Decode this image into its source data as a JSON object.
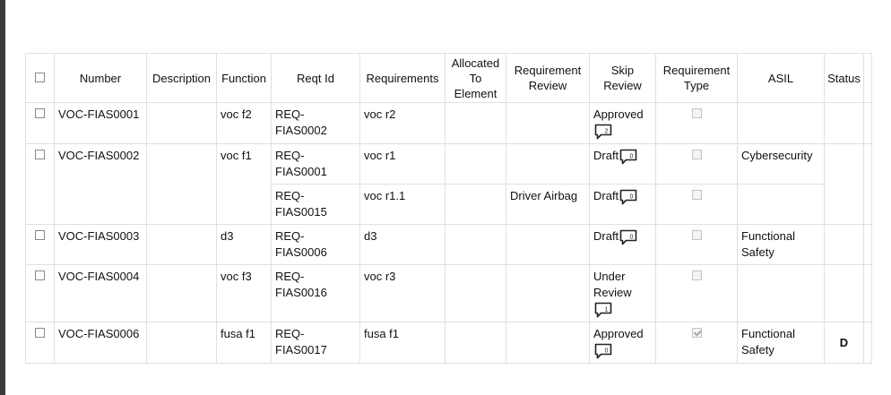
{
  "headers": {
    "number": "Number",
    "description": "Description",
    "function": "Function",
    "reqt_id": "Reqt Id",
    "requirements": "Requirements",
    "allocated_1": "Allocated",
    "allocated_2": "To",
    "allocated_3": "Element",
    "req_review_1": "Requirement",
    "req_review_2": "Review",
    "skip_review_1": "Skip",
    "skip_review_2": "Review",
    "req_type_1": "Requirement",
    "req_type_2": "Type",
    "asil": "ASIL",
    "status": "Status"
  },
  "rows": [
    {
      "number": "VOC-FIAS0001",
      "function": "voc f2",
      "reqt_id": "REQ-FIAS0002",
      "requirement": "voc r2",
      "requirement_review": "",
      "skip_review": "Approved",
      "asil": "",
      "status": "",
      "comment_count": "2"
    },
    {
      "number": "VOC-FIAS0002",
      "function": "voc f1",
      "reqt_id": "REQ-FIAS0001",
      "requirement": "voc r1",
      "requirement_review": "",
      "skip_review": "Draft",
      "asil": "Cybersecurity",
      "status": "",
      "comment_count": "0"
    },
    {
      "reqt_id": "REQ-FIAS0015",
      "requirement": "voc r1.1",
      "requirement_review": "Driver Airbag",
      "skip_review": "Draft",
      "asil": "",
      "comment_count": "0"
    },
    {
      "number": "VOC-FIAS0003",
      "function": "d3",
      "reqt_id": "REQ-FIAS0006",
      "requirement": "d3",
      "requirement_review": "",
      "skip_review": "Draft",
      "asil": "Functional Safety",
      "status": "",
      "comment_count": "0"
    },
    {
      "number": "VOC-FIAS0004",
      "function": "voc f3",
      "reqt_id": "REQ-FIAS0016",
      "requirement": "voc r3",
      "requirement_review": "",
      "skip_review": "Under Review",
      "asil": "",
      "status": "",
      "comment_count": "1"
    },
    {
      "number": "VOC-FIAS0006",
      "function": "fusa f1",
      "reqt_id": "REQ-FIAS0017",
      "requirement": "fusa f1",
      "requirement_review": "",
      "skip_review": "Approved",
      "asil": "Functional Safety",
      "status": "D",
      "comment_count": "0"
    }
  ],
  "icons": {
    "comment": "comment-icon"
  }
}
